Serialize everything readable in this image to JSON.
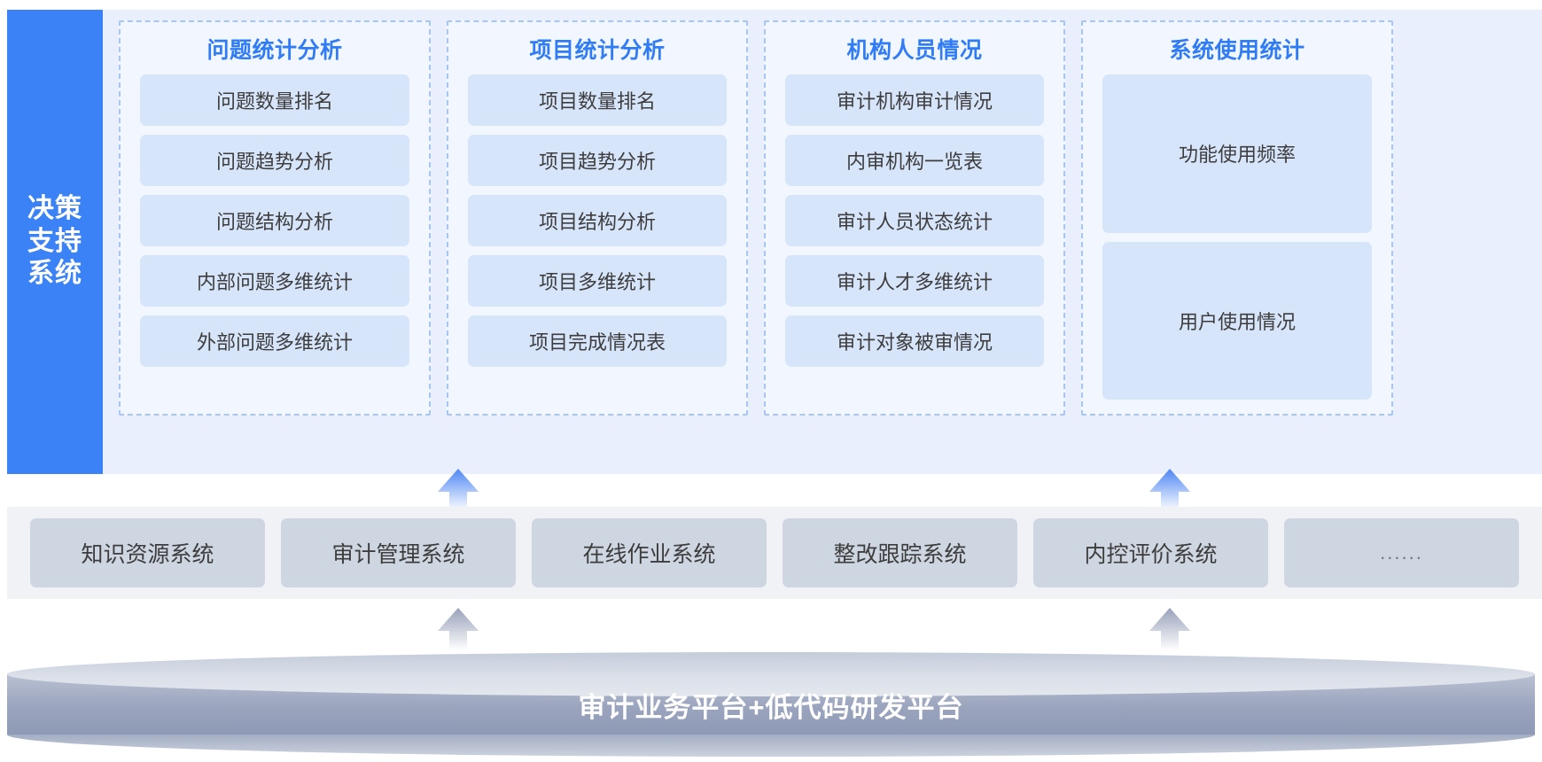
{
  "sidebar": {
    "name": "决策支持系统",
    "lines": [
      "决策",
      "支持",
      "系统"
    ],
    "color": "#3b82f6"
  },
  "columns": [
    {
      "title": "问题统计分析",
      "items": [
        "问题数量排名",
        "问题趋势分析",
        "问题结构分析",
        "内部问题多维统计",
        "外部问题多维统计"
      ]
    },
    {
      "title": "项目统计分析",
      "items": [
        "项目数量排名",
        "项目趋势分析",
        "项目结构分析",
        "项目多维统计",
        "项目完成情况表"
      ]
    },
    {
      "title": "机构人员情况",
      "items": [
        "审计机构审计情况",
        "内审机构一览表",
        "审计人员状态统计",
        "审计人才多维统计",
        "审计对象被审情况"
      ]
    },
    {
      "title": "系统使用统计",
      "items": [
        "功能使用频率",
        "用户使用情况"
      ]
    }
  ],
  "systems": [
    "知识资源系统",
    "审计管理系统",
    "在线作业系统",
    "整改跟踪系统",
    "内控评价系统",
    "......"
  ],
  "platform": {
    "label": "审计业务平台+低代码研发平台"
  },
  "arrows": [
    {
      "name": "arrow-up-blue-left",
      "color": "#5b8ef4"
    },
    {
      "name": "arrow-up-blue-right",
      "color": "#5b8ef4"
    },
    {
      "name": "arrow-up-gray-left",
      "color": "#9aa4bd"
    },
    {
      "name": "arrow-up-gray-right",
      "color": "#9aa4bd"
    }
  ],
  "colors": {
    "accent_blue": "#3b82f6",
    "title_blue": "#2f7cf6",
    "panel_bg": "#e9effc",
    "column_bg": "#f2f6fe",
    "item_bg": "#d7e5fb",
    "band_bg": "#f0f2f5",
    "sys_box_bg": "#ced6e1",
    "cylinder": "#9aa4bd"
  }
}
